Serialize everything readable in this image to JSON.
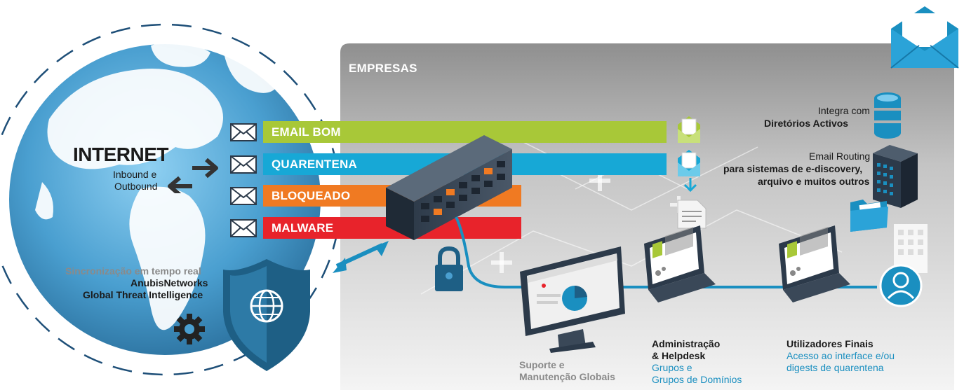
{
  "panel": {
    "title": "EMPRESAS"
  },
  "internet": {
    "title": "INTERNET",
    "line1": "Inbound e",
    "line2": "Outbound"
  },
  "sync": {
    "line1": "Sincronização em tempo real",
    "line2": "AnubisNetworks",
    "line3": "Global Threat Intelligence"
  },
  "bands": [
    {
      "label": "EMAIL BOM",
      "color": "#a8c838"
    },
    {
      "label": "QUARENTENA",
      "color": "#17a8d6"
    },
    {
      "label": "BLOQUEADO",
      "color": "#f07a22"
    },
    {
      "label": "MALWARE",
      "color": "#e8232b"
    }
  ],
  "directory": {
    "line1": "Integra com",
    "line2": "Diretórios Activos"
  },
  "routing": {
    "line1": "Email Routing",
    "line2": "para sistemas de e-discovery,",
    "line3": "arquivo e muitos outros"
  },
  "support": {
    "line1": "Suporte e",
    "line2": "Manutenção Globais"
  },
  "admin": {
    "line1": "Administração",
    "line2": "& Helpdesk",
    "line3": "Grupos e",
    "line4": "Grupos de Domínios"
  },
  "users": {
    "line1": "Utilizadores Finais",
    "line2": "Acesso ao interface e/ou",
    "line3": "digests de quarentena"
  },
  "colors": {
    "accent": "#1a8fc0",
    "globe": "#4a9fd0",
    "shield": "#1e5f85",
    "panel": "#d9d9d9"
  }
}
